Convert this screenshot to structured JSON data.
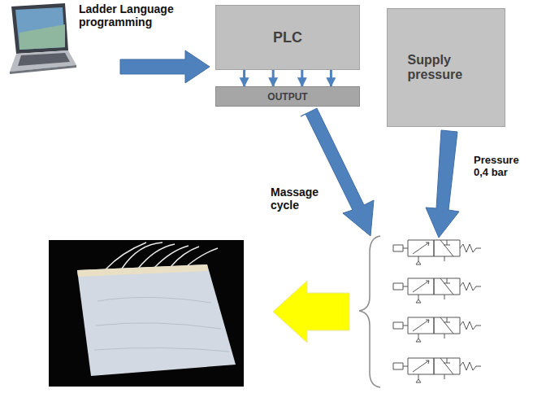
{
  "diagram": {
    "nodes": [
      {
        "text": [
          "PLC"
        ]
      },
      {
        "text": [
          "OUTPUT"
        ]
      },
      {
        "text": [
          "Supply pressure"
        ]
      }
    ],
    "edges": [
      {
        "from": 0,
        "to": 1,
        "arrow": "to"
      },
      {
        "from": 0,
        "to": 1,
        "arrow": "to"
      },
      {
        "from": 0,
        "to": 1,
        "arrow": "to"
      },
      {
        "from": 0,
        "to": 1,
        "arrow": "to"
      }
    ],
    "labels": [
      "Ladder Language programming",
      "Massage cycle",
      "Pressure 0,4 bar"
    ]
  }
}
